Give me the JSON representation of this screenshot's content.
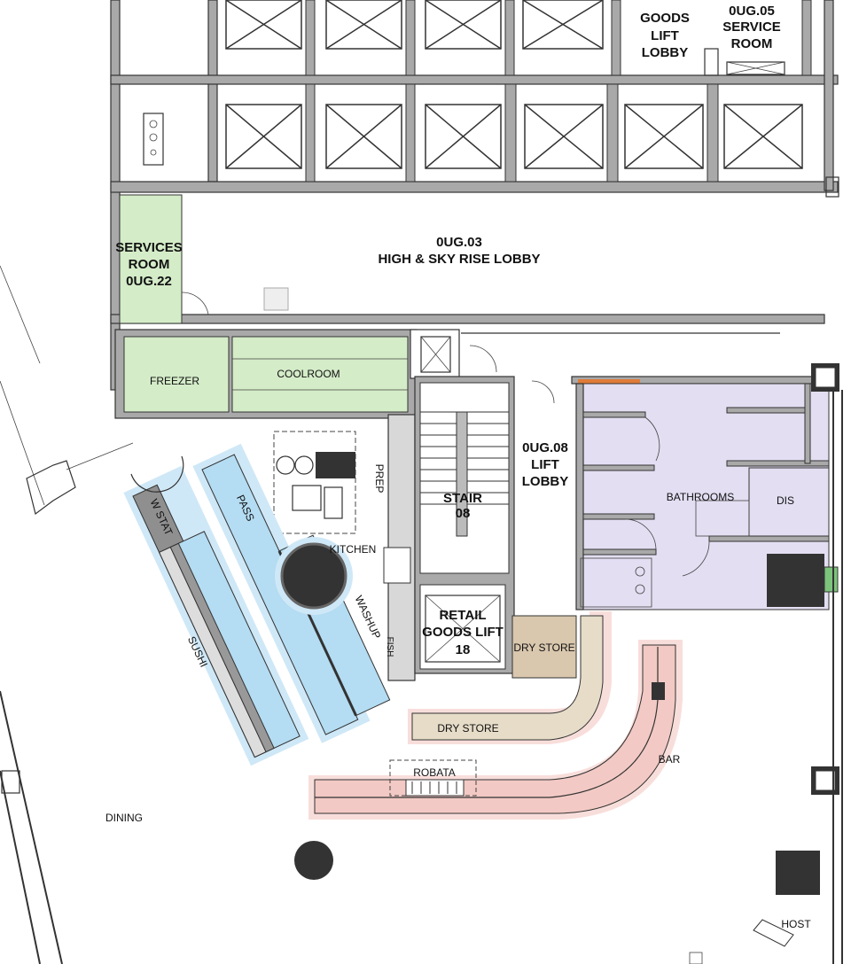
{
  "colors": {
    "green_room": "#d4ecc8",
    "blue_station": "#b4dcf2",
    "blue_halo": "#cfe8f7",
    "lavender": "#e3def2",
    "pink": "#f2c9c4",
    "pink_halo": "#f8dedb",
    "tan": "#d9c7ae",
    "wall": "#a9a9a9",
    "accent_orange": "#e07b39"
  },
  "rooms": {
    "goods_lift_lobby": {
      "line1": "GOODS",
      "line2": "LIFT",
      "line3": "LOBBY"
    },
    "service_room": {
      "line1": "0UG.05",
      "line2": "SERVICE",
      "line3": "ROOM"
    },
    "lobby": {
      "line1": "0UG.03",
      "line2": "HIGH & SKY RISE LOBBY"
    },
    "services_room": {
      "line1": "SERVICES",
      "line2": "ROOM",
      "line3": "0UG.22"
    },
    "freezer": "FREEZER",
    "coolroom": "COOLROOM",
    "prep": "PREP",
    "kitchen": "KITCHEN",
    "fish": "FISH",
    "stair": {
      "line1": "STAIR",
      "line2": "08"
    },
    "lift_lobby": {
      "line1": "0UG.08",
      "line2": "LIFT",
      "line3": "LOBBY"
    },
    "retail_lift": {
      "line1": "RETAIL",
      "line2": "GOODS LIFT",
      "line3": "18"
    },
    "bathrooms": "BATHROOMS",
    "dis": "DIS",
    "dry_store_1": "DRY STORE",
    "dry_store_2": "DRY STORE",
    "w_stat": "W STAT",
    "pass": "PASS",
    "washup": "WASHUP",
    "sushi": "SUSHI",
    "robata": "ROBATA",
    "bar": "BAR",
    "dining": "DINING",
    "host": "HOST"
  }
}
